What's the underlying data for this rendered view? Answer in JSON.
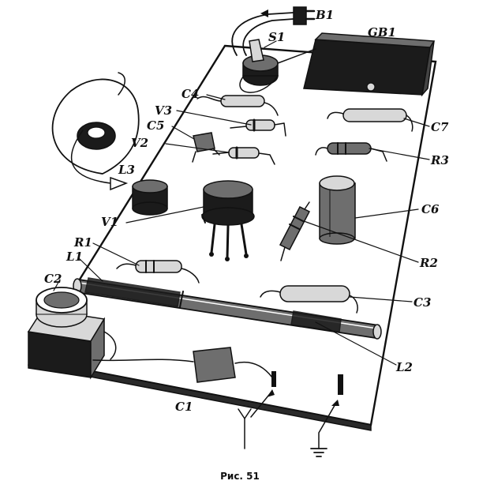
{
  "labels": {
    "B1": "B1",
    "S1": "S1",
    "GB1": "GB1",
    "C4": "C4",
    "V3": "V3",
    "C5": "C5",
    "V2": "V2",
    "C7": "C7",
    "R3": "R3",
    "L3": "L3",
    "C6": "C6",
    "V1": "V1",
    "R1": "R1",
    "L1": "L1",
    "R2": "R2",
    "C2": "C2",
    "C3": "C3",
    "L2": "L2",
    "C1": "C1"
  },
  "caption": "Рис. 51"
}
